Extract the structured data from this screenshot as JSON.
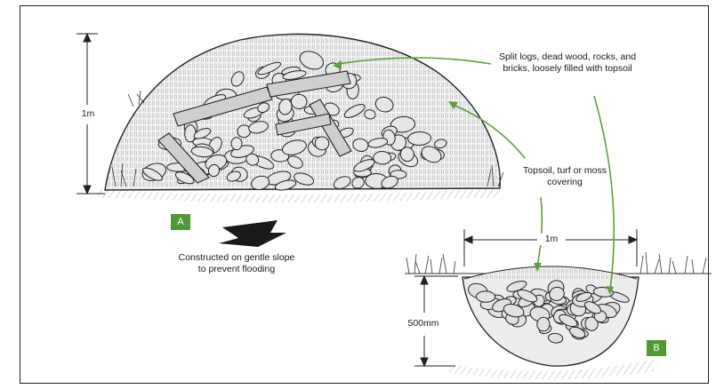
{
  "labels": {
    "materials": "Split logs, dead wood, rocks, and bricks, loosely filled with topsoil",
    "covering": "Topsoil, turf or moss covering",
    "height_a": "1m",
    "width_b": "1m",
    "depth_b": "500mm",
    "slope_note": "Constructed on gentle slope to prevent flooding"
  },
  "badges": {
    "a": "A",
    "b": "B"
  },
  "colors": {
    "badge": "#4f9a35",
    "arrow": "#5aa23a",
    "ink": "#1a1a1a"
  }
}
